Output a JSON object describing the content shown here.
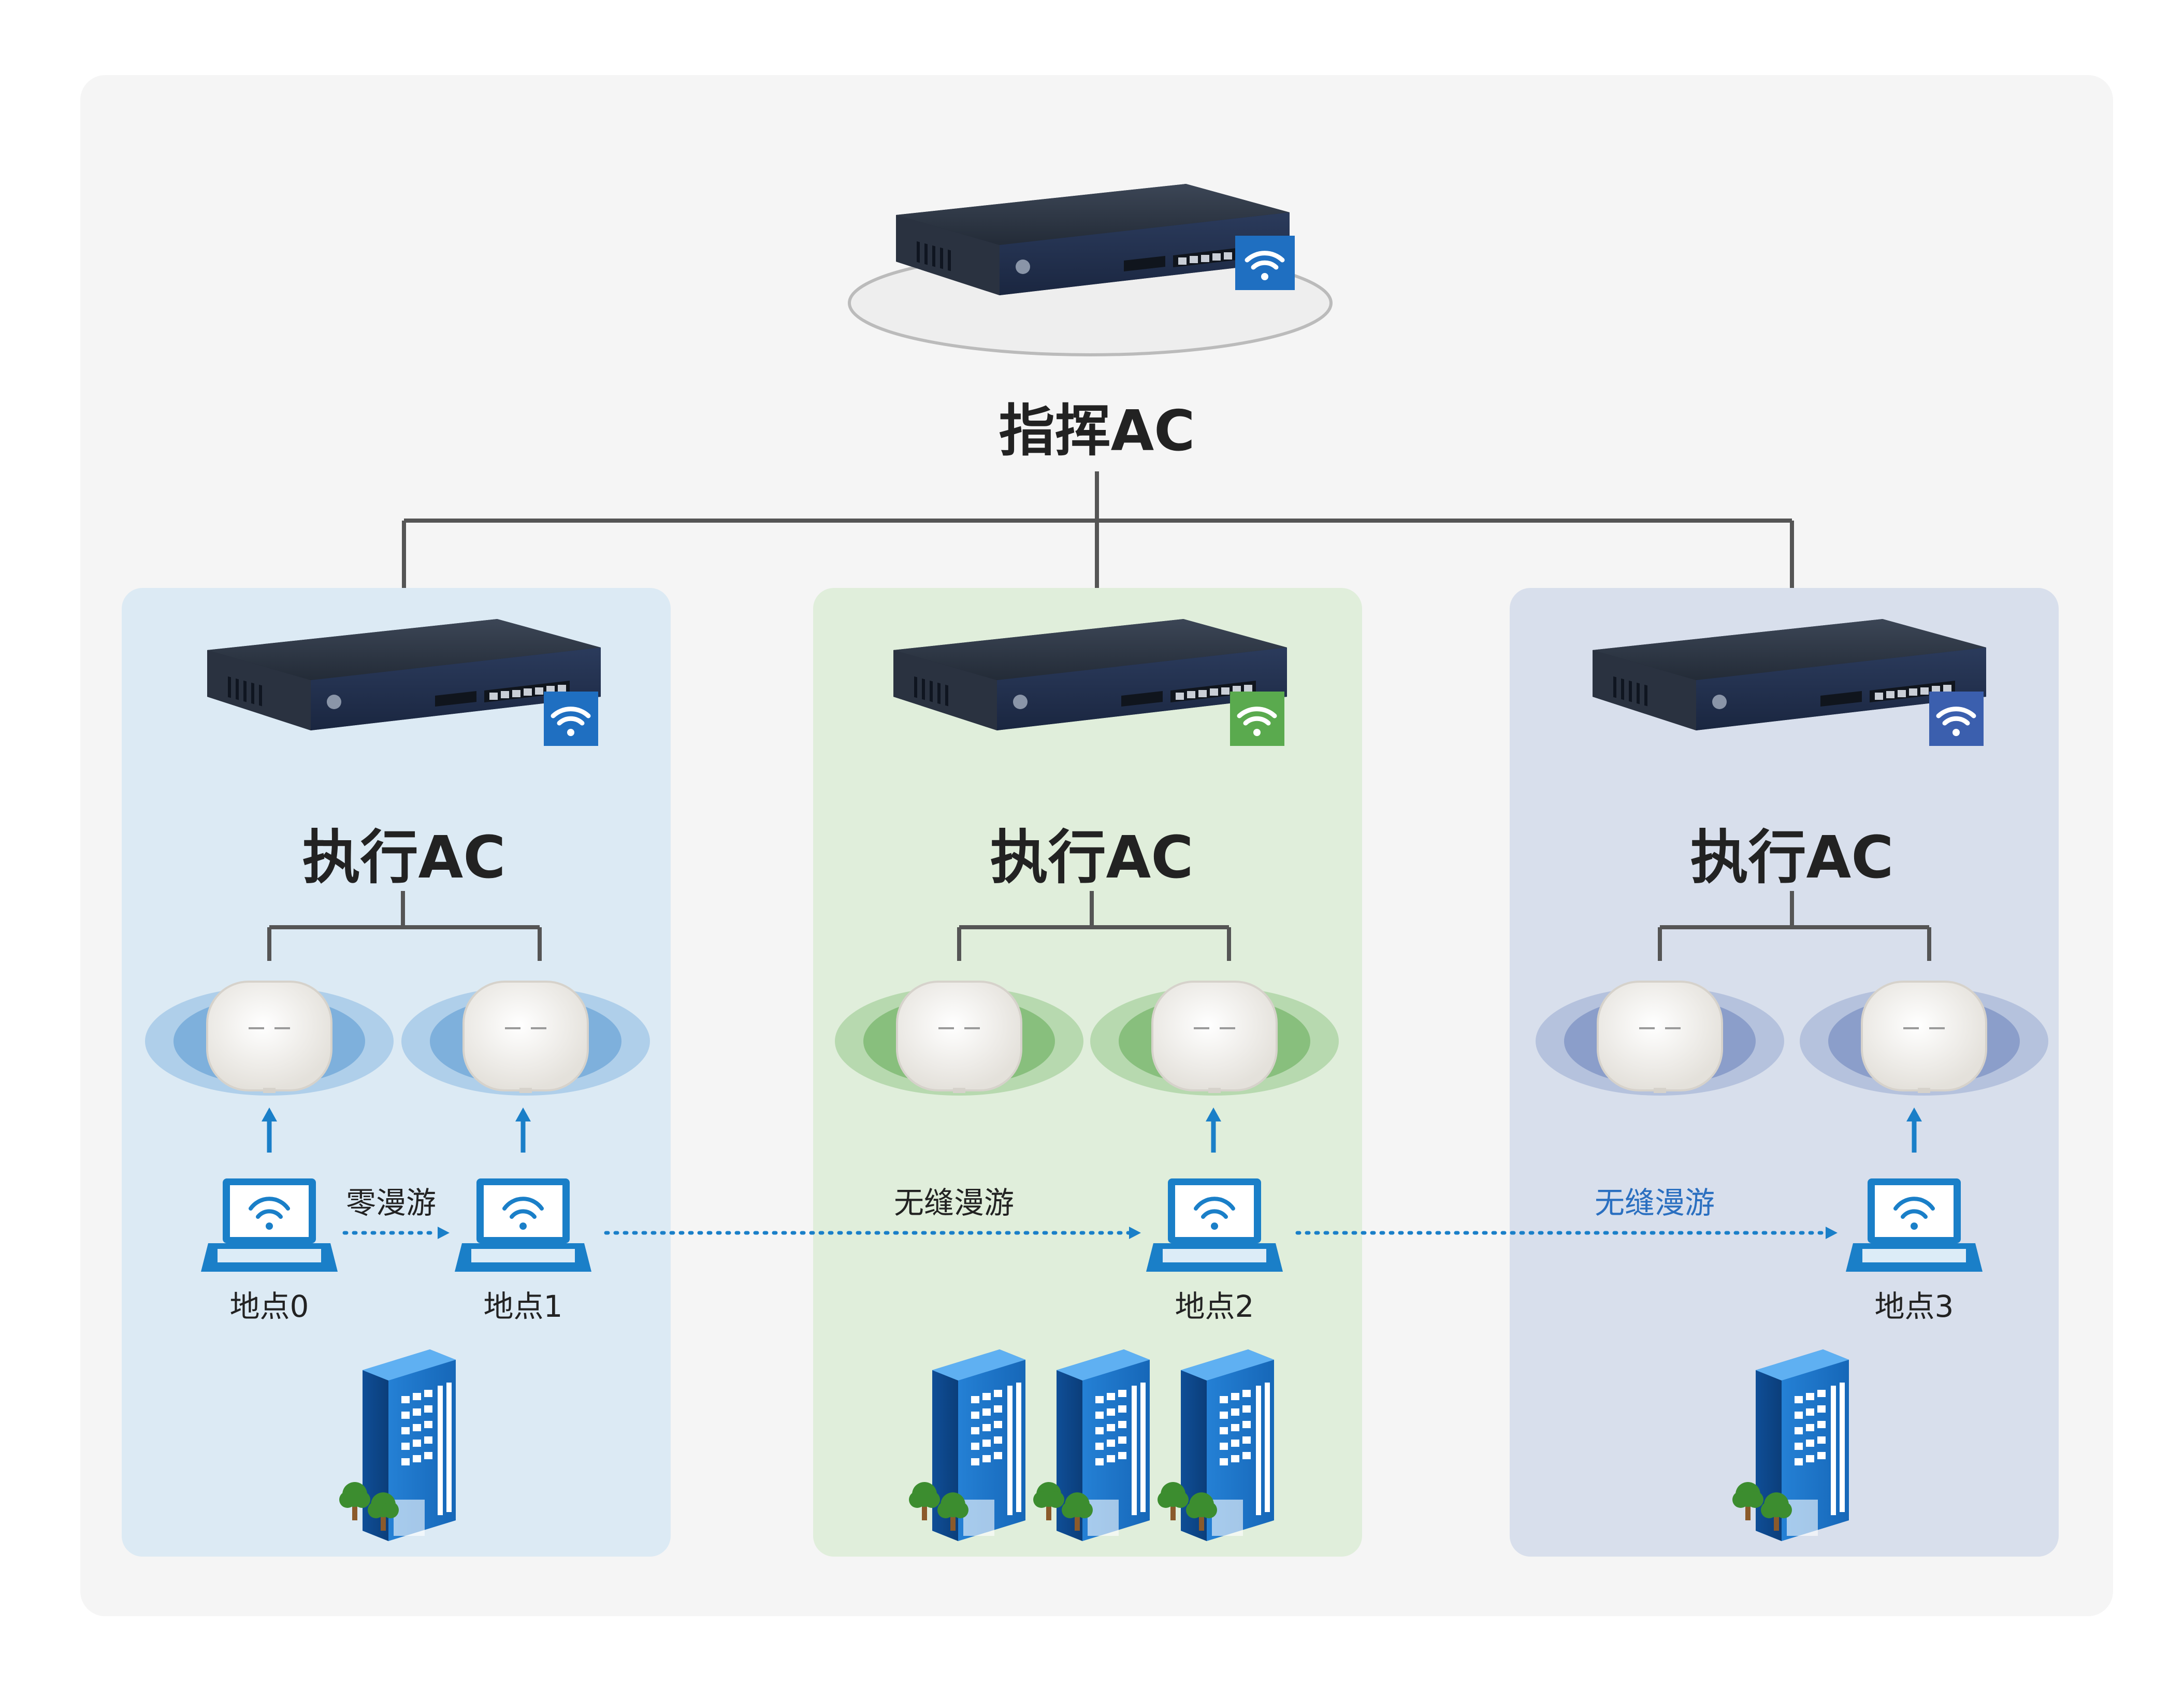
{
  "command_ac": {
    "label": "指挥AC"
  },
  "exec_ac": [
    {
      "label": "执行AC",
      "accent": "#1f6fc1"
    },
    {
      "label": "执行AC",
      "accent": "#5aaa4e"
    },
    {
      "label": "执行AC",
      "accent": "#3b5fae"
    }
  ],
  "sites": [
    "地点0",
    "地点1",
    "地点2",
    "地点3"
  ],
  "roaming": [
    {
      "label": "零漫游",
      "color": "#222222"
    },
    {
      "label": "无缝漫游",
      "color": "#222222"
    },
    {
      "label": "无缝漫游",
      "color": "#2a6fc0"
    }
  ],
  "colors": {
    "zone_blue": "#dceaf4",
    "zone_green": "#e0eedb",
    "zone_navy": "#d8dfec",
    "arrow": "#1a7fc8",
    "building": "#1f7fd6"
  },
  "icons": [
    "ac-controller-icon",
    "access-point-icon",
    "laptop-wifi-icon",
    "office-building-icon",
    "tree-icon",
    "wifi-icon"
  ]
}
